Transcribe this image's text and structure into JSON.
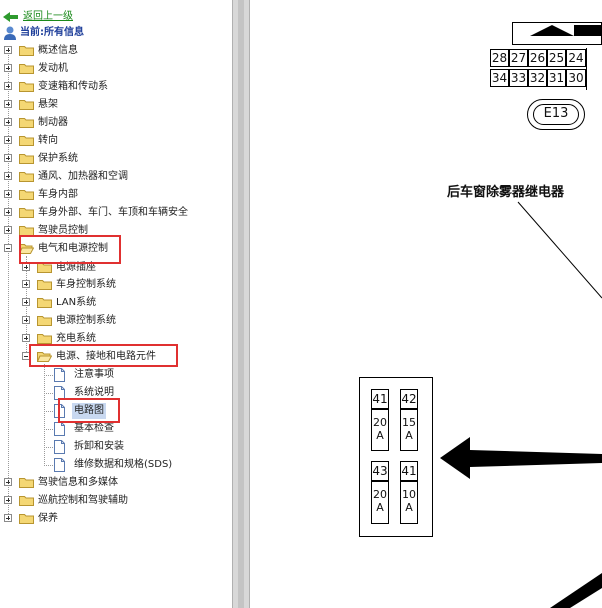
{
  "nav": {
    "back_label": "返回上一级",
    "current_label": "当前:所有信息"
  },
  "tree": {
    "items": [
      {
        "label": "概述信息"
      },
      {
        "label": "发动机"
      },
      {
        "label": "变速箱和传动系"
      },
      {
        "label": "悬架"
      },
      {
        "label": "制动器"
      },
      {
        "label": "转向"
      },
      {
        "label": "保护系统"
      },
      {
        "label": "通风、加热器和空调"
      },
      {
        "label": "车身内部"
      },
      {
        "label": "车身外部、车门、车顶和车辆安全"
      },
      {
        "label": "驾驶员控制"
      },
      {
        "label": "电气和电源控制"
      },
      {
        "label": "电源插座"
      },
      {
        "label": "车身控制系统"
      },
      {
        "label": "LAN系统"
      },
      {
        "label": "电源控制系统"
      },
      {
        "label": "充电系统"
      },
      {
        "label": "电源、接地和电路元件"
      },
      {
        "label": "注意事项"
      },
      {
        "label": "系统说明"
      },
      {
        "label": "电路图"
      },
      {
        "label": "基本检查"
      },
      {
        "label": "拆卸和安装"
      },
      {
        "label": "维修数据和规格(SDS)"
      },
      {
        "label": "驾驶信息和多媒体"
      },
      {
        "label": "巡航控制和驾驶辅助"
      },
      {
        "label": "保养"
      }
    ]
  },
  "diagram": {
    "connector_top_row": [
      "28",
      "27",
      "26",
      "25",
      "24"
    ],
    "connector_bottom_row": [
      "34",
      "33",
      "32",
      "31",
      "30"
    ],
    "connector_id": "E13",
    "relay_label": "后车窗除雾器继电器",
    "fuses": [
      {
        "num": "41",
        "rating": [
          "20",
          "A"
        ]
      },
      {
        "num": "42",
        "rating": [
          "15",
          "A"
        ]
      },
      {
        "num": "43",
        "rating": [
          "20",
          "A"
        ]
      },
      {
        "num": "41",
        "rating": [
          "10",
          "A"
        ]
      }
    ]
  },
  "colors": {
    "highlight_box": "#e03030",
    "link_green": "#1a8a1a",
    "selected_bg": "#c8d8f0",
    "folder_yellow": "#f4d774"
  }
}
